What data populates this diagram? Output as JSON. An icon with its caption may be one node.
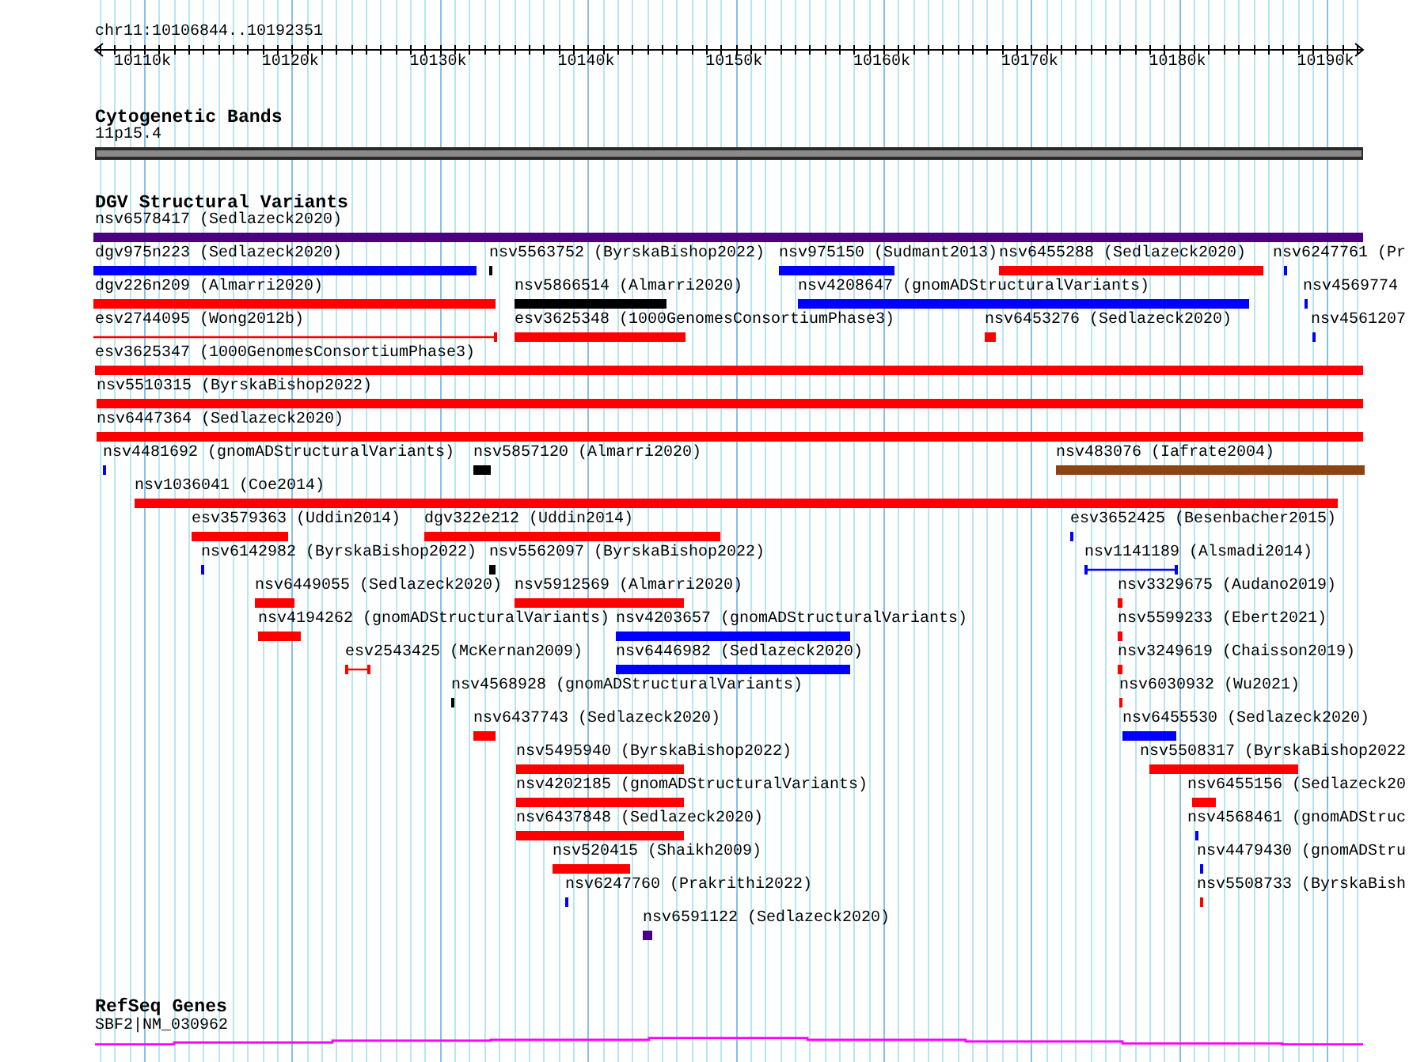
{
  "diagram": {
    "nodes": [
      {
        "text": [
          "11p15.4"
        ]
      },
      {
        "text": [
          "nsv6578417 (Sedlazeck2020)"
        ]
      },
      {
        "text": [
          "dgv975n223 (Sedlazeck2020)"
        ]
      },
      {
        "text": [
          "nsv5563752 (ByrskaBishop2022)"
        ]
      },
      {
        "text": [
          "nsv975150 (Sudmant2013)"
        ]
      },
      {
        "text": [
          "nsv6455288 (Sedlazeck2020)"
        ]
      },
      {
        "text": [
          "nsv6247761 (Pr"
        ]
      },
      {
        "text": [
          "dgv226n209 (Almarri2020)"
        ]
      },
      {
        "text": [
          "nsv5866514 (Almarri2020)"
        ]
      },
      {
        "text": [
          "nsv4208647 (gnomADStructuralVariants)"
        ]
      },
      {
        "text": [
          "nsv4569774"
        ]
      },
      {
        "text": [
          "esv2744095 (Wong2012b)"
        ]
      },
      {
        "text": [
          "esv3625348 (1000GenomesConsortiumPhase3)"
        ]
      },
      {
        "text": [
          "nsv6453276 (Sedlazeck2020)"
        ]
      },
      {
        "text": [
          "nsv4561207"
        ]
      },
      {
        "text": [
          "esv3625347 (1000GenomesConsortiumPhase3)"
        ]
      },
      {
        "text": [
          "nsv5510315 (ByrskaBishop2022)"
        ]
      },
      {
        "text": [
          "nsv6447364 (Sedlazeck2020)"
        ]
      },
      {
        "text": [
          "nsv4481692 (gnomADStructuralVariants)"
        ]
      },
      {
        "text": [
          "nsv5857120 (Almarri2020)"
        ]
      },
      {
        "text": [
          "nsv483076 (Iafrate2004)"
        ]
      },
      {
        "text": [
          "nsv1036041 (Coe2014)"
        ]
      },
      {
        "text": [
          "esv3579363 (Uddin2014)"
        ]
      },
      {
        "text": [
          "dgv322e212 (Uddin2014)"
        ]
      },
      {
        "text": [
          "esv3652425 (Besenbacher2015)"
        ]
      },
      {
        "text": [
          "nsv6142982 (ByrskaBishop2022)"
        ]
      },
      {
        "text": [
          "nsv5562097 (ByrskaBishop2022)"
        ]
      },
      {
        "text": [
          "nsv1141189 (Alsmadi2014)"
        ]
      },
      {
        "text": [
          "nsv6449055 (Sedlazeck2020)"
        ]
      },
      {
        "text": [
          "nsv5912569 (Almarri2020)"
        ]
      },
      {
        "text": [
          "nsv3329675 (Audano2019)"
        ]
      },
      {
        "text": [
          "nsv4194262 (gnomADStructuralVariants)"
        ]
      },
      {
        "text": [
          "nsv4203657 (gnomADStructuralVariants)"
        ]
      },
      {
        "text": [
          "nsv5599233 (Ebert2021)"
        ]
      },
      {
        "text": [
          "esv2543425 (McKernan2009)"
        ]
      },
      {
        "text": [
          "nsv6446982 (Sedlazeck2020)"
        ]
      },
      {
        "text": [
          "nsv3249619 (Chaisson2019)"
        ]
      },
      {
        "text": [
          "nsv4568928 (gnomADStructuralVariants)"
        ]
      },
      {
        "text": [
          "nsv6030932 (Wu2021)"
        ]
      },
      {
        "text": [
          "nsv6437743 (Sedlazeck2020)"
        ]
      },
      {
        "text": [
          "nsv6455530 (Sedlazeck2020)"
        ]
      },
      {
        "text": [
          "nsv5495940 (ByrskaBishop2022)"
        ]
      },
      {
        "text": [
          "nsv5508317 (ByrskaBishop2022"
        ]
      },
      {
        "text": [
          "nsv4202185 (gnomADStructuralVariants)"
        ]
      },
      {
        "text": [
          "nsv6455156 (Sedlazeck20"
        ]
      },
      {
        "text": [
          "nsv6437848 (Sedlazeck2020)"
        ]
      },
      {
        "text": [
          "nsv4568461 (gnomADStruc"
        ]
      },
      {
        "text": [
          "nsv520415 (Shaikh2009)"
        ]
      },
      {
        "text": [
          "nsv4479430 (gnomADStru"
        ]
      },
      {
        "text": [
          "nsv6247760 (Prakrithi2022)"
        ]
      },
      {
        "text": [
          "nsv5508733 (ByrskaBish"
        ]
      },
      {
        "text": [
          "nsv6591122 (Sedlazeck2020)"
        ]
      },
      {
        "text": [
          "SBF2|NM_030962"
        ]
      }
    ],
    "labels": [
      "chr11:10106844..10192351",
      "10110k",
      "10120k",
      "10130k",
      "10140k",
      "10150k",
      "10160k",
      "10170k",
      "10180k",
      "10190k",
      "Cytogenetic Bands",
      "DGV Structural Variants",
      "RefSeq Genes"
    ]
  }
}
